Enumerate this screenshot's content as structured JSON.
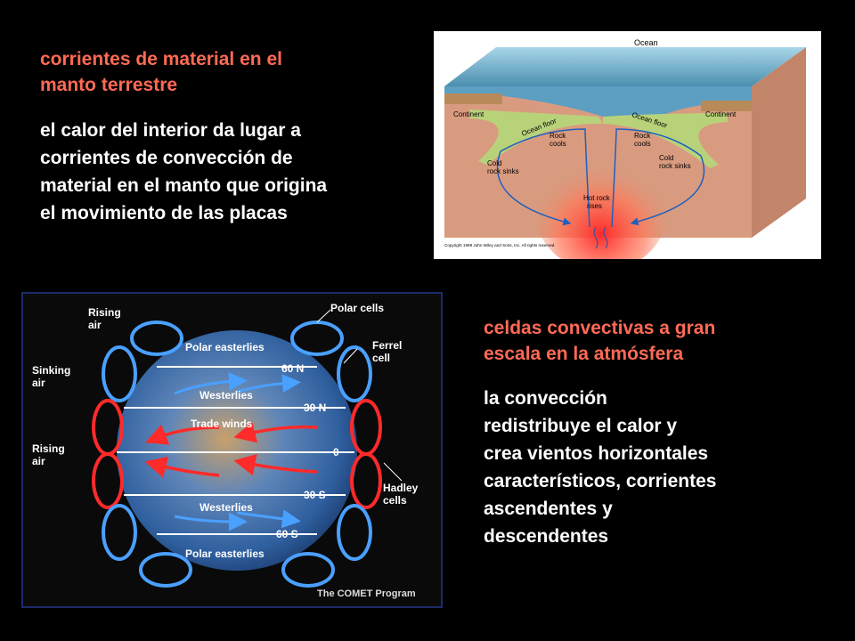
{
  "slide": {
    "mantle": {
      "title": "corrientes de material en el manto terrestre",
      "title_lines": [
        "corrientes de material en el",
        "manto terrestre"
      ],
      "body_lines": [
        "el calor del interior da lugar a",
        "corrientes de convección de",
        "material en el manto que origina",
        "el movimiento de las placas"
      ]
    },
    "atmosphere": {
      "title_lines": [
        "celdas convectivas a gran",
        "escala en la atmósfera"
      ],
      "body_lines": [
        "la convección",
        "redistribuye el calor y",
        "crea vientos horizontales",
        "característicos, corrientes",
        "ascendentes y",
        "descendentes"
      ]
    }
  },
  "mantle_figure": {
    "ocean": "Ocean",
    "continent_left": "Continent",
    "continent_right": "Continent",
    "ocean_floor_left": "Ocean floor",
    "ocean_floor_right": "Ocean floor",
    "rock_cools_left": [
      "Rock",
      "cools"
    ],
    "rock_cools_right": [
      "Rock",
      "cools"
    ],
    "cold_sinks_left": [
      "Cold",
      "rock sinks"
    ],
    "cold_sinks_right": [
      "Cold",
      "rock sinks"
    ],
    "hot_rises": [
      "Hot rock",
      "rises"
    ],
    "copyright": "Copyright 1999 John Wiley and Sons, Inc. All rights reserved."
  },
  "globe_figure": {
    "polar_cells": "Polar cells",
    "rising_air_top": [
      "Rising",
      "air"
    ],
    "sinking_air": [
      "Sinking",
      "air"
    ],
    "rising_air_mid": [
      "Rising",
      "air"
    ],
    "ferrel_cell": [
      "Ferrel",
      "cell"
    ],
    "hadley_cells": [
      "Hadley",
      "cells"
    ],
    "polar_easterlies_n": "Polar easterlies",
    "lat_60n": "60 N",
    "westerlies_n": "Westerlies",
    "lat_30n": "30 N",
    "trade_winds": "Trade winds",
    "lat_0": "0",
    "lat_30s": "30 S",
    "westerlies_s": "Westerlies",
    "lat_60s": "60 S",
    "polar_easterlies_s": "Polar easterlies",
    "credit": "The COMET Program"
  }
}
